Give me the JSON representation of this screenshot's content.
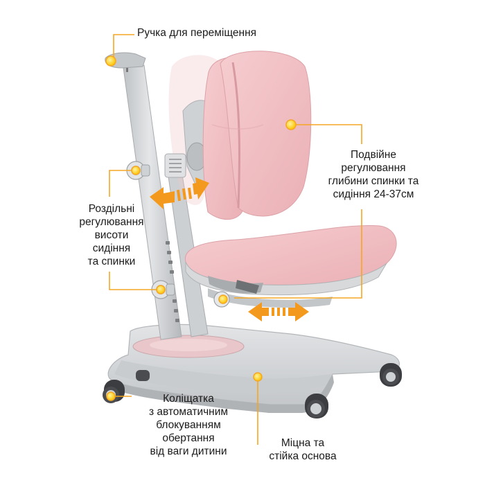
{
  "annotations": {
    "handle": {
      "lines": [
        "Ручка для переміщення"
      ]
    },
    "depth": {
      "lines": [
        "Подвійне",
        "регулювання",
        "глибини спинки та",
        "сидіння 24-37см"
      ]
    },
    "height": {
      "lines": [
        "Роздільні",
        "регулювання",
        "висоти",
        "сидіння",
        "та спинки"
      ]
    },
    "casters": {
      "lines": [
        "Коліщатка",
        "з автоматичним",
        "блокуванням",
        "обертання",
        "від ваги дитини"
      ]
    },
    "base": {
      "lines": [
        "Міцна та",
        "стійка основа"
      ]
    }
  },
  "colors": {
    "accent": "#f5a623",
    "marker": "#ffd21a",
    "upholstery": "#f3c2c6",
    "frame": "#d2d4d6",
    "arrow": "#f39a1e"
  }
}
